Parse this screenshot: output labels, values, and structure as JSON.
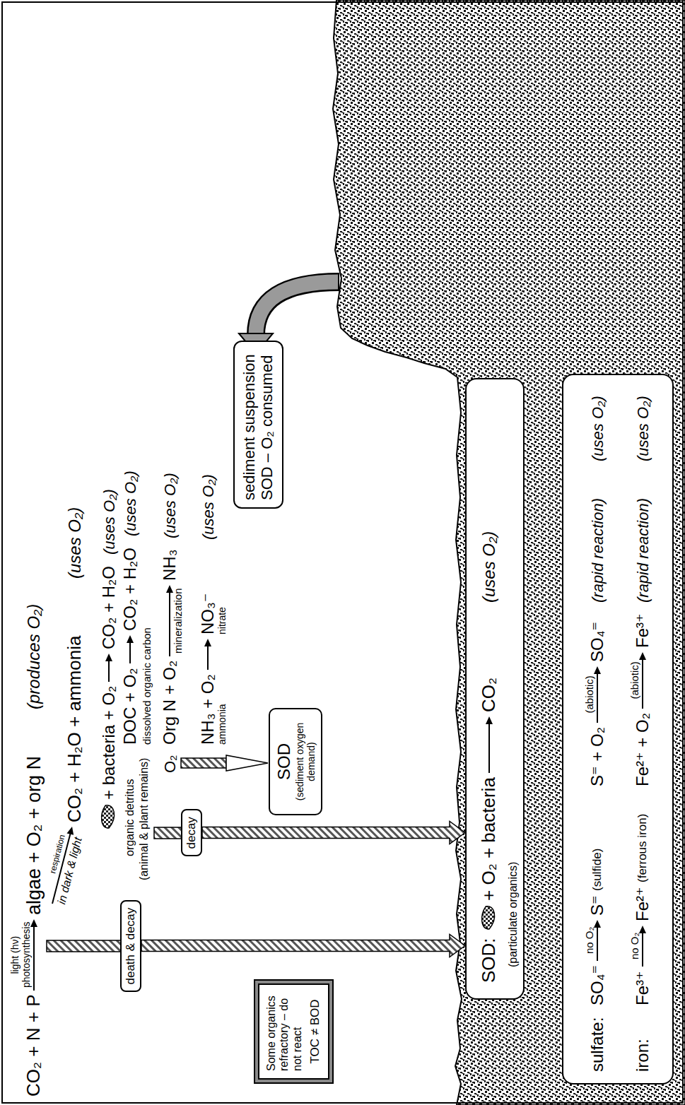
{
  "diagram": {
    "nodes": [
      {
        "text": [
          "Some organics refractory – do not react",
          "TOC ≠ BOD"
        ]
      },
      {
        "text": [
          "death & decay"
        ]
      },
      {
        "text": [
          "decay"
        ]
      },
      {
        "text": [
          "SOD",
          "(sediment oxygen demand)"
        ]
      },
      {
        "text": [
          "sediment suspension SOD – O₂ consumed"
        ]
      },
      {
        "text": [
          "SOD:",
          "+ O₂ + bacteria",
          "CO₂",
          "(uses O₂)",
          "(particulate organics)"
        ]
      },
      {
        "text": [
          "sulfate:",
          "SO₄⁼",
          "no O₂",
          "S⁼",
          "(sulfide)",
          "S⁼ + O₂",
          "(abiotic)",
          "SO₄⁼",
          "(rapid reaction)",
          "(uses O₂)",
          "iron:",
          "Fe³⁺",
          "no O₂",
          "Fe²⁺",
          "(ferrous iron)",
          "Fe²⁺ + O₂",
          "(abiotic)",
          "Fe³⁺",
          "(rapid reaction)",
          "(uses O₂)"
        ]
      }
    ],
    "edges": [
      {
        "from": 1,
        "to": 5,
        "arrow": "to"
      },
      {
        "from": 2,
        "to": 5,
        "arrow": "to"
      }
    ],
    "labels": [
      "light (hν)",
      "photosynthesis",
      "CO₂ + N + P",
      "algae + O₂ + org N",
      "(produces O₂)",
      "respiration",
      "in dark & light",
      "CO₂ + H₂O + ammonia",
      "(uses O₂)",
      "+ bacteria + O₂",
      "CO₂ + H₂O",
      "(uses O₂)",
      "organic detritus",
      "(animal & plant remains)",
      "DOC + O₂",
      "CO₂ + H₂O",
      "(uses O₂)",
      "dissolved organic carbon",
      "Org N + O₂",
      "mineralization",
      "NH₃",
      "(uses O₂)",
      "NH₃ + O₂",
      "NO₃⁻",
      "(uses O₂)",
      "ammonia",
      "nitrate",
      "O₂"
    ]
  }
}
